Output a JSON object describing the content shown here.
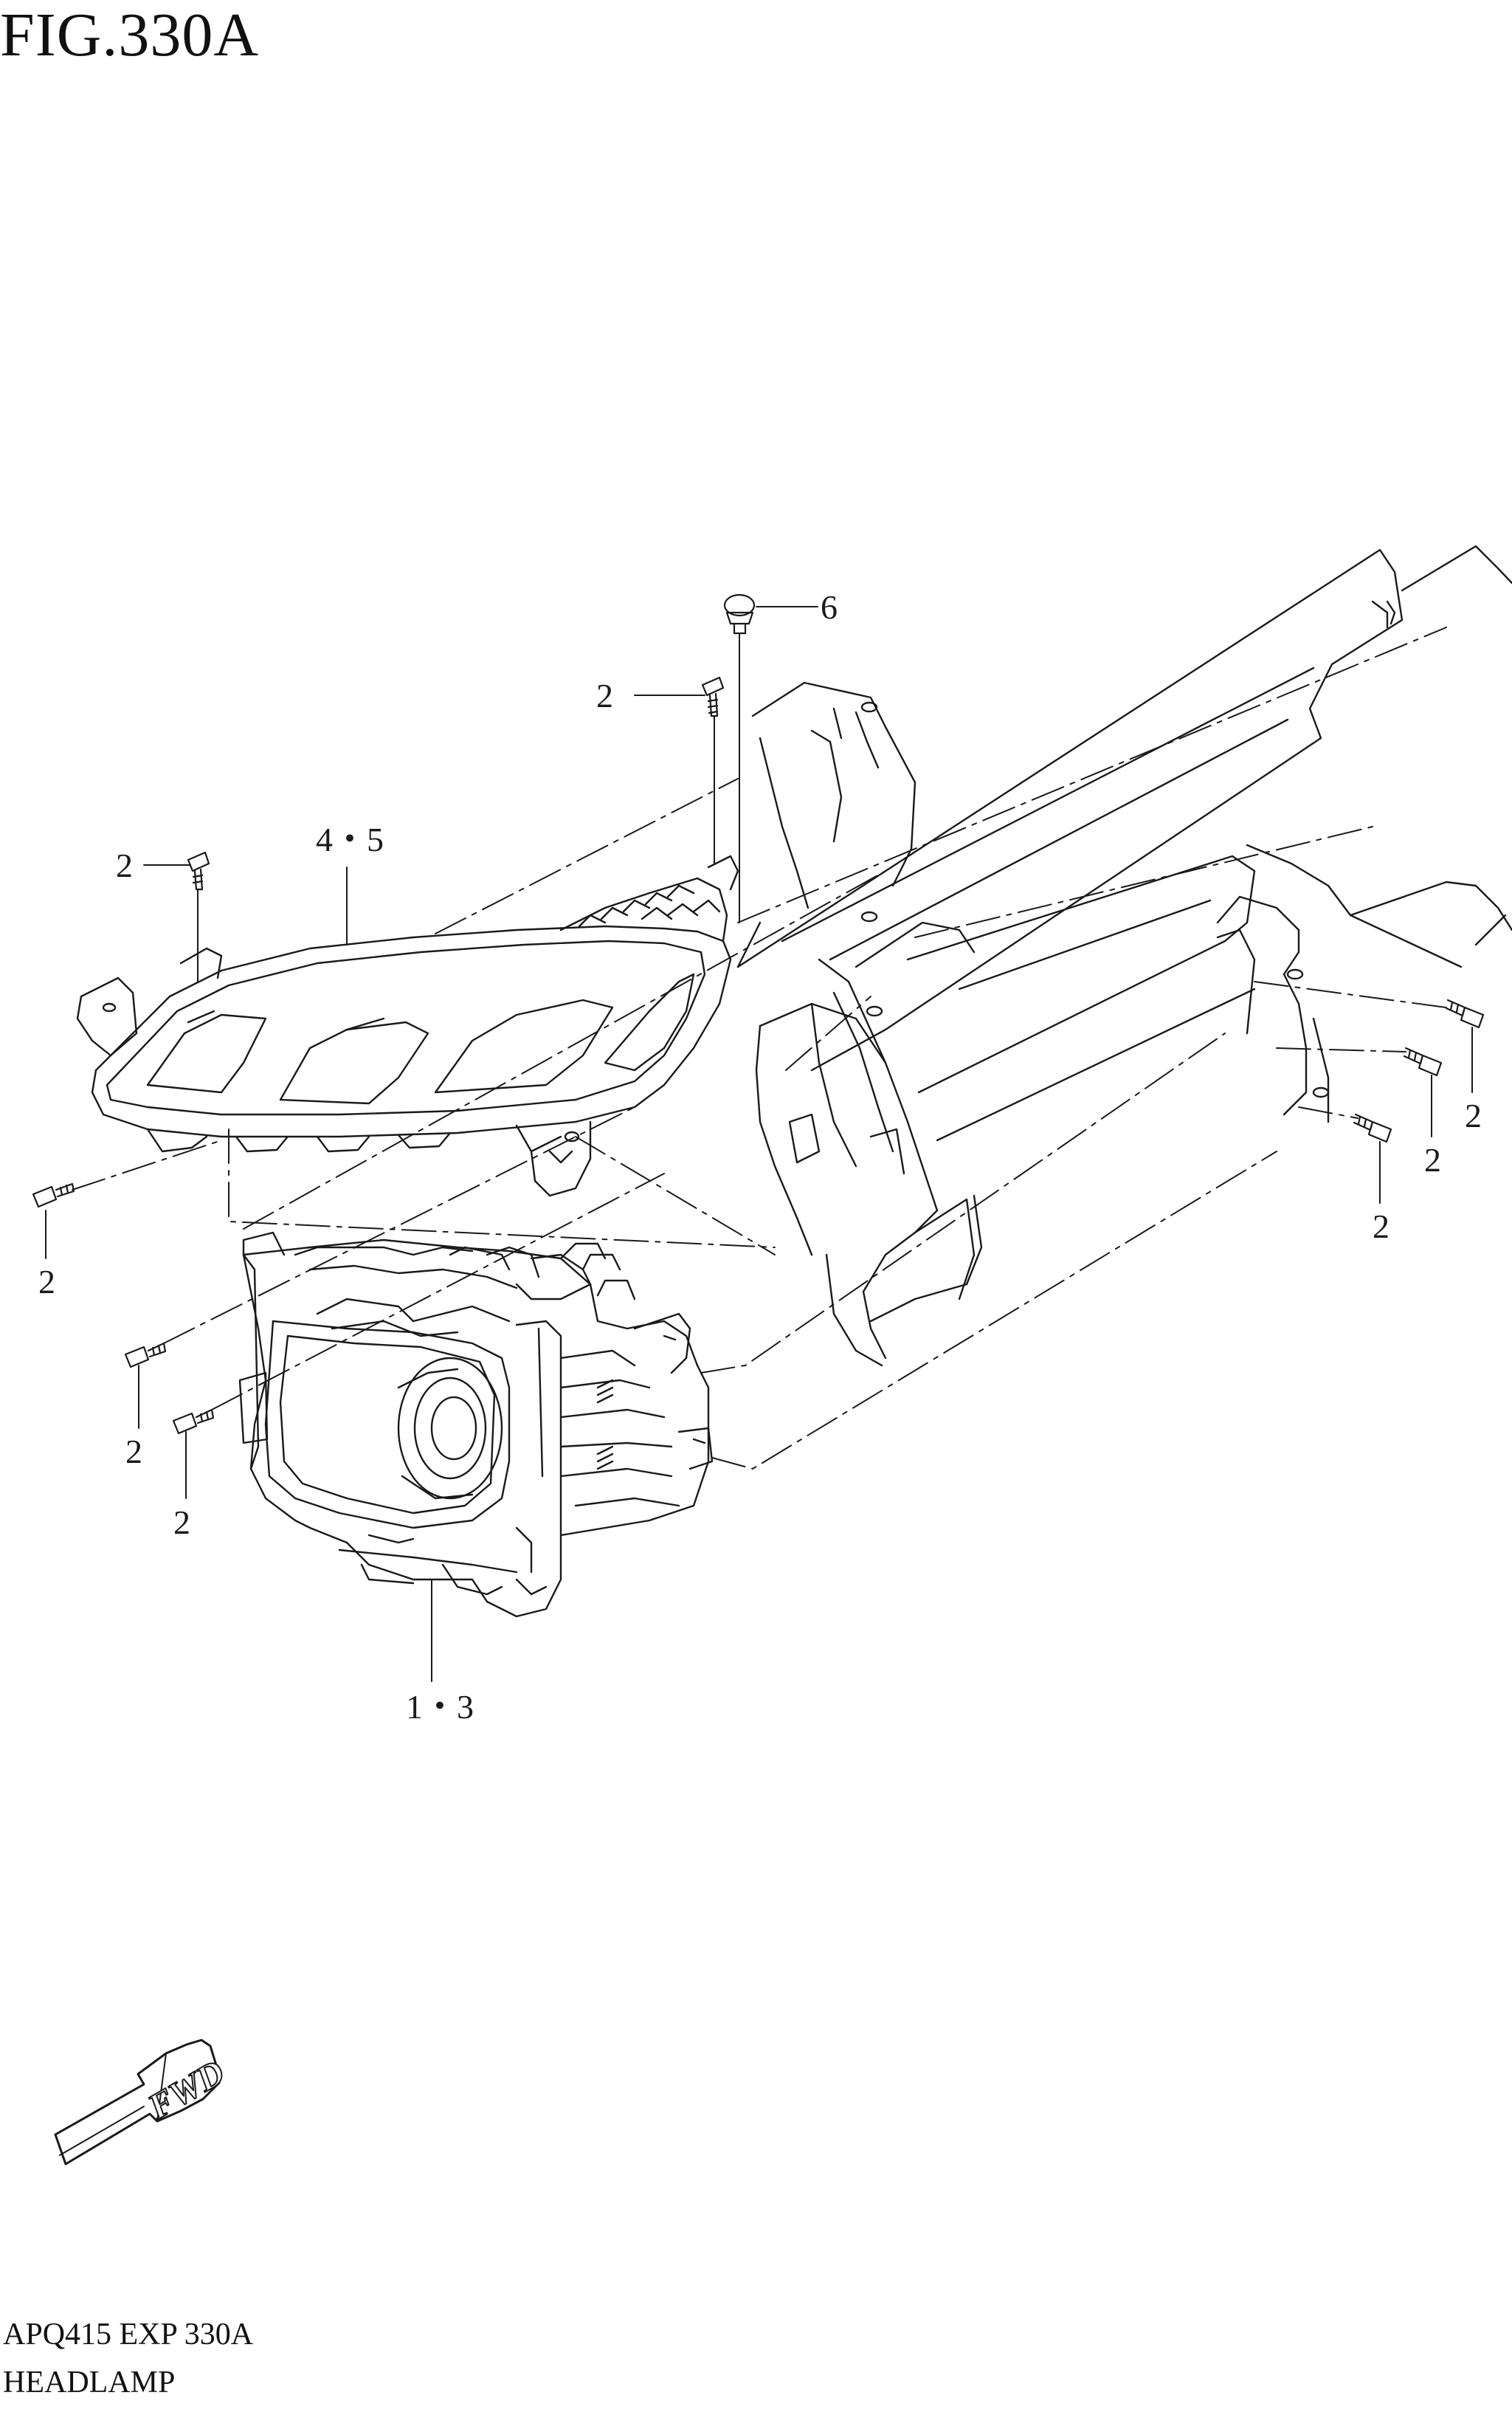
{
  "figure": {
    "title": "FIG.330A",
    "code": "APQ415 EXP 330A",
    "name": "HEADLAMP"
  },
  "callouts": [
    {
      "label": "6"
    },
    {
      "label": "2"
    },
    {
      "label": "4・5"
    },
    {
      "label": "2"
    },
    {
      "label": "2"
    },
    {
      "label": "2"
    },
    {
      "label": "2"
    },
    {
      "label": "2"
    },
    {
      "label": "2"
    },
    {
      "label": "2"
    },
    {
      "label": "1・3"
    }
  ],
  "fwd_arrow": {
    "label": "FWD"
  },
  "colors": {
    "ink": "#1a1a1a",
    "background": "#ffffff"
  }
}
